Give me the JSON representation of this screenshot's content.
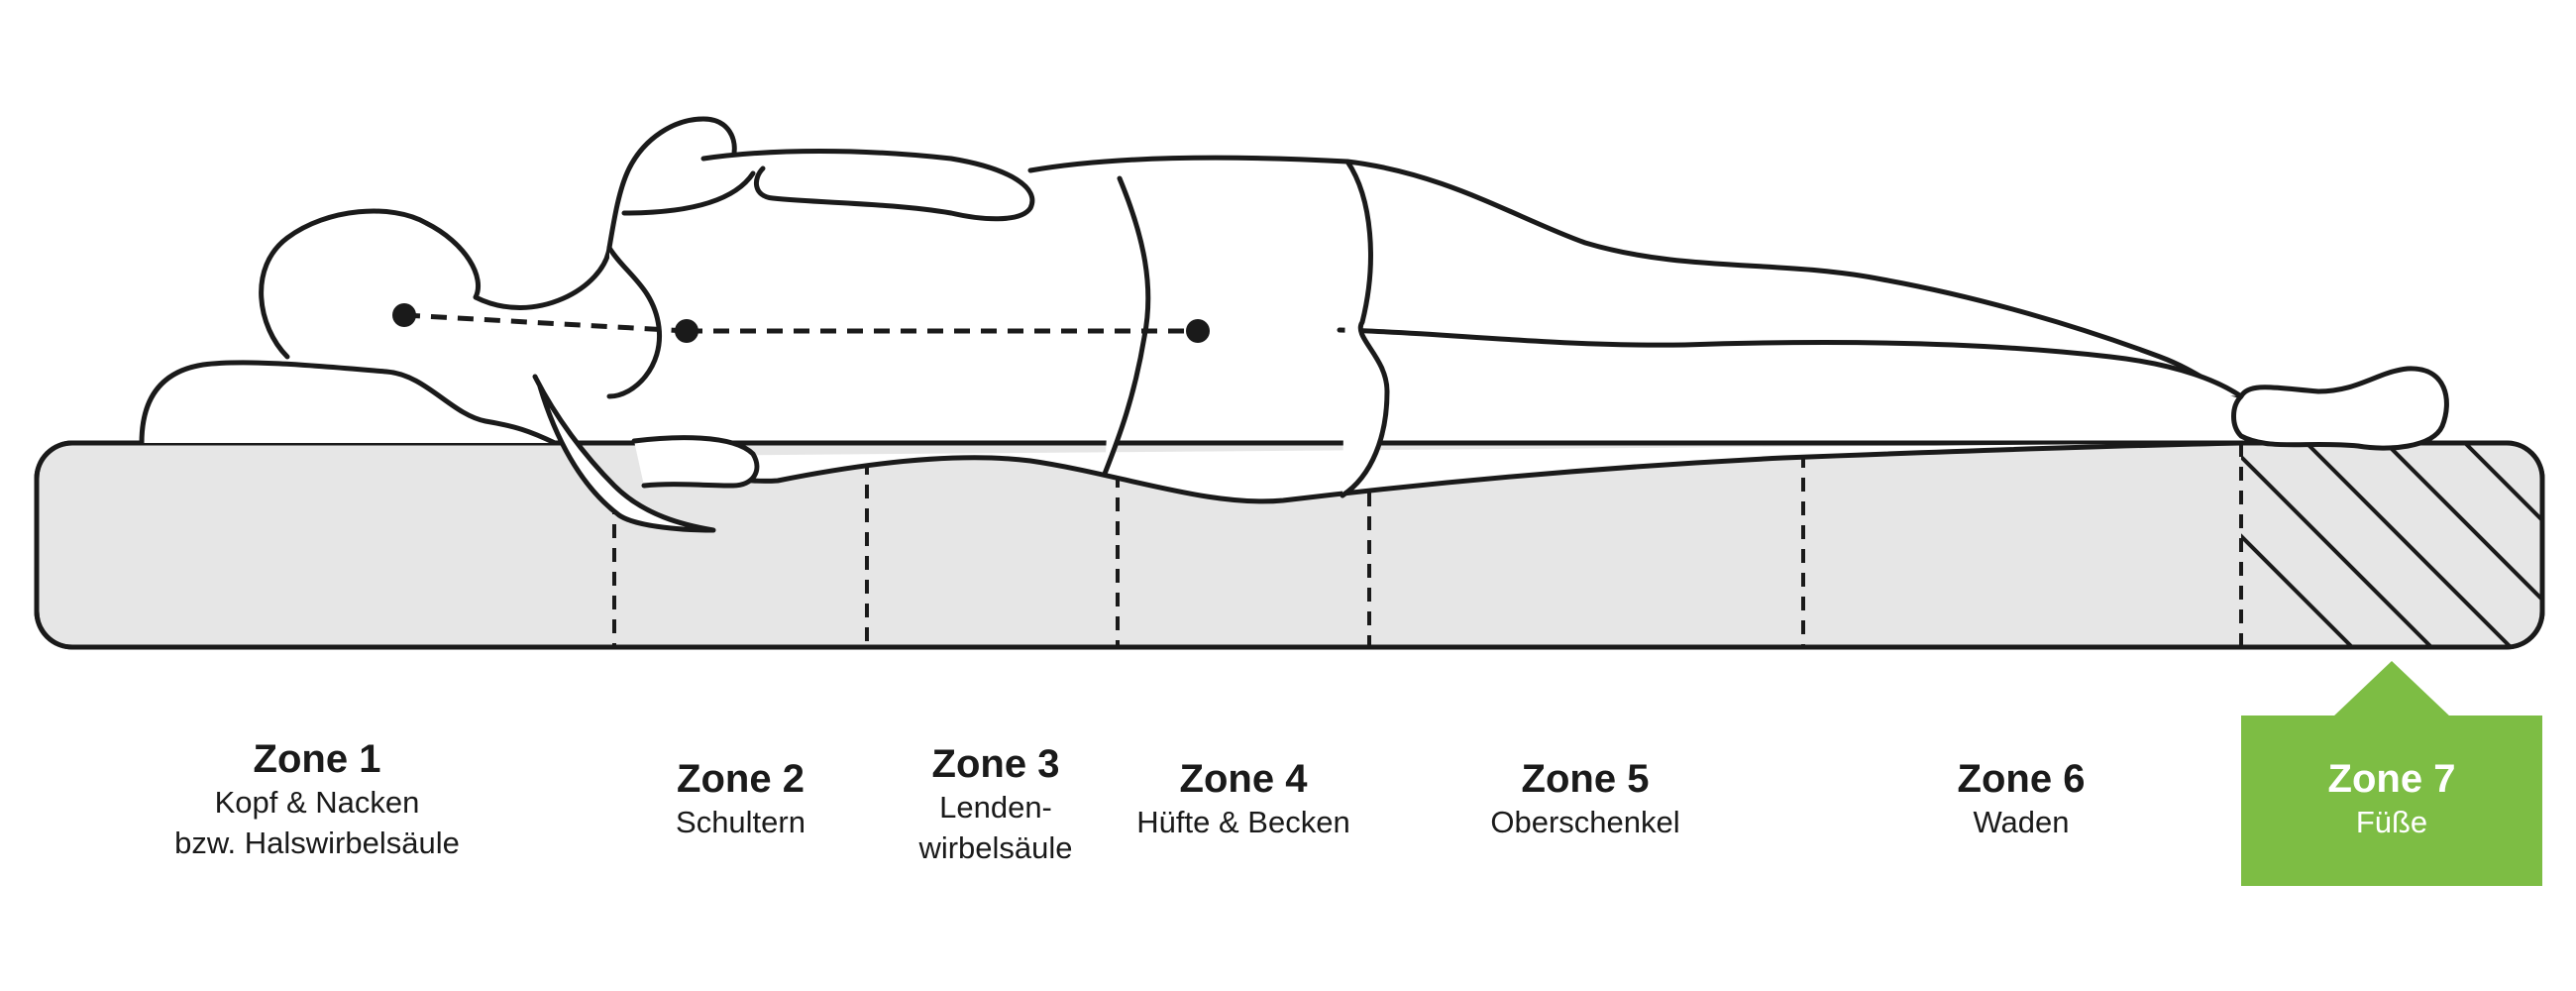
{
  "zones": [
    {
      "title": "Zone 1",
      "line1": "Kopf & Nacken",
      "line2": "bzw. Halswirbelsäule"
    },
    {
      "title": "Zone 2",
      "line1": "Schultern",
      "line2": ""
    },
    {
      "title": "Zone 3",
      "line1": "Lenden-",
      "line2": "wirbelsäule"
    },
    {
      "title": "Zone 4",
      "line1": "Hüfte & Becken",
      "line2": ""
    },
    {
      "title": "Zone 5",
      "line1": "Oberschenkel",
      "line2": ""
    },
    {
      "title": "Zone 6",
      "line1": "Waden",
      "line2": ""
    },
    {
      "title": "Zone 7",
      "line1": "Füße",
      "line2": ""
    }
  ],
  "highlighted_zone": "Zone 7",
  "colors": {
    "mattress_fill": "#e6e6e6",
    "outline": "#1a1a1a",
    "highlight": "#7dbd44",
    "highlight_text": "#ffffff"
  },
  "icons": [
    "person-lying-on-side",
    "pillow",
    "spine-alignment-line",
    "hatched-foot-zone"
  ]
}
